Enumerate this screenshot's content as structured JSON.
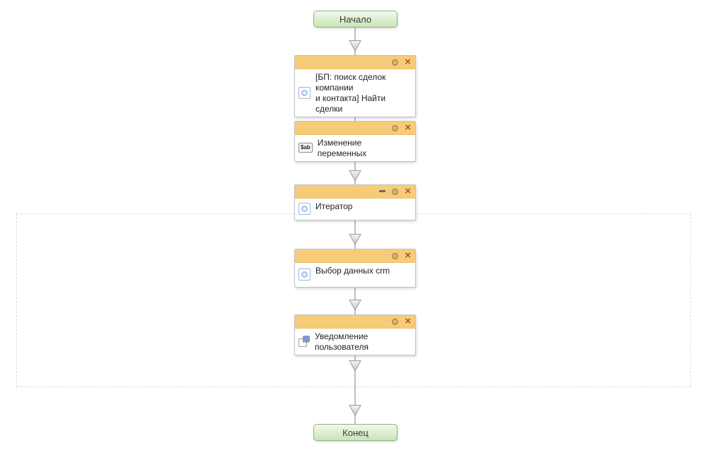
{
  "start_node": {
    "label": "Начало"
  },
  "end_node": {
    "label": "Конец"
  },
  "controls": {
    "settings_glyph": "⚙",
    "delete_glyph": "×",
    "variables_label": "$ab"
  },
  "blocks": [
    {
      "id": "search-deals",
      "title": "[БП: поиск сделок компании\nи контакта] Найти сделки",
      "icon": "activity-icon",
      "controls": [
        "settings",
        "delete"
      ]
    },
    {
      "id": "set-variables",
      "title": "Изменение переменных",
      "icon": "variables-icon",
      "controls": [
        "settings",
        "delete"
      ]
    },
    {
      "id": "iterator",
      "title": "Итератор",
      "icon": "activity-icon",
      "controls": [
        "collapse",
        "settings",
        "delete"
      ]
    },
    {
      "id": "select-crm-data",
      "title": "Выбор данных crm",
      "icon": "activity-icon",
      "controls": [
        "settings",
        "delete"
      ]
    },
    {
      "id": "user-notification",
      "title": "Уведомление\nпользователя",
      "icon": "notification-icon",
      "controls": [
        "settings",
        "delete"
      ]
    }
  ],
  "colors": {
    "block_header": "#f7cc79",
    "block_border": "#c2c2c2",
    "terminal_green_top": "#f1f9eb",
    "terminal_green_bottom": "#c9e5b8",
    "terminal_border": "#96b083",
    "connector": "#b3c2cd",
    "dashed_region_border": "#d9d9d9",
    "gear_icon": "#8c7b4b",
    "delete_icon": "#b1512f"
  }
}
